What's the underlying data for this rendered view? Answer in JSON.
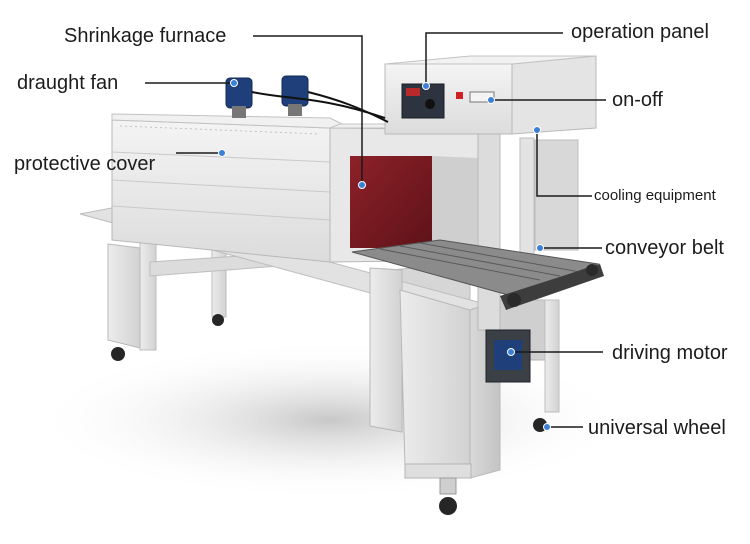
{
  "labels": {
    "shrinkage_furnace": "Shrinkage furnace",
    "operation_panel": "operation panel",
    "draught_fan": "draught fan",
    "on_off": "on-off",
    "protective_cover": "protective cover",
    "cooling_equipment": "cooling equipment",
    "conveyor_belt": "conveyor belt",
    "driving_motor": "driving motor",
    "universal_wheel": "universal wheel"
  },
  "colors": {
    "machine_body": "#e7e7e7",
    "furnace_interior": "#7a1c22",
    "motor_blue": "#1e3f7a",
    "leader_line": "#1a1a1a",
    "marker_dot": "#3a7fd8"
  }
}
